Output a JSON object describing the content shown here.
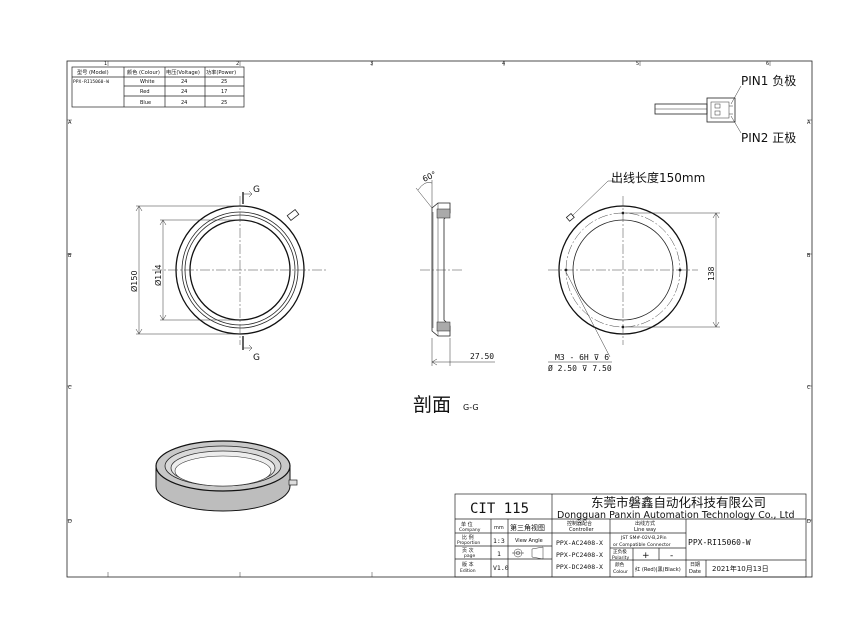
{
  "spec_table": {
    "headers": [
      "型号 (Model)",
      "颜色 (Colour)",
      "电压(Voltage)",
      "功率(Power)"
    ],
    "rows": [
      [
        "PPX-RI15060-W",
        "White",
        "24",
        "25"
      ],
      [
        "",
        "Red",
        "24",
        "17"
      ],
      [
        "",
        "Blue",
        "24",
        "25"
      ]
    ]
  },
  "grid": {
    "columns": [
      "1",
      "2",
      "3",
      "4",
      "5",
      "6"
    ],
    "rows": [
      "A",
      "B",
      "C",
      "D"
    ]
  },
  "connector": {
    "pin1": "PIN1 负极",
    "pin2": "PIN2 正极"
  },
  "front_view": {
    "section_mark": "G",
    "dim_outer": "Ø150",
    "dim_inner": "Ø114"
  },
  "section_view": {
    "angle": "60°",
    "width": "27.50",
    "caption": "剖面",
    "caption_suffix": "G-G"
  },
  "back_view": {
    "cable_note": "出线长度150mm",
    "dim_pcd": "138",
    "hole_note_1": "M3 - 6H ⊽ 6",
    "hole_note_2": "Ø 2.50 ⊽ 7.50"
  },
  "title_block": {
    "product_series": "CIT 115",
    "company_cn": "东莞市磐鑫自动化科技有限公司",
    "company_en": "Dongguan Panxin Automation Technology Co., Ltd",
    "label_company": "单 位",
    "label_company_en": "Company",
    "company_value": "mm",
    "projection": "第三角视图",
    "label_proportion": "比 例",
    "label_proportion_en": "Proportion",
    "proportion_value": "1:3",
    "view_angle": "View Angle",
    "label_page": "页 次",
    "label_page_en": "page",
    "page_value": "1",
    "label_edition": "版 本",
    "label_edition_en": "Edition",
    "edition_value": "V1.0",
    "label_controller": "控制器配合",
    "label_controller_en": "Controller",
    "controllers": [
      "PPX-AC2408-X",
      "PPX-PC2408-X",
      "PPX-DC2408-X"
    ],
    "label_line_way": "出线方式",
    "label_line_way_en": "Line way",
    "line_way_1": "JST SM#-02V-B,2Pin",
    "line_way_2": "or Compatible Connector",
    "label_polarity": "正负极",
    "label_polarity_en": "Polarity",
    "polarity_plus": "+",
    "polarity_minus": "-",
    "label_color": "颜色",
    "label_color_en": "Colour",
    "color_value": "红 (Red)|黑(Black)",
    "label_date": "日期",
    "label_date_en": "Date",
    "date_value": "2021年10月13日",
    "part_number": "PPX-RI15060-W"
  }
}
